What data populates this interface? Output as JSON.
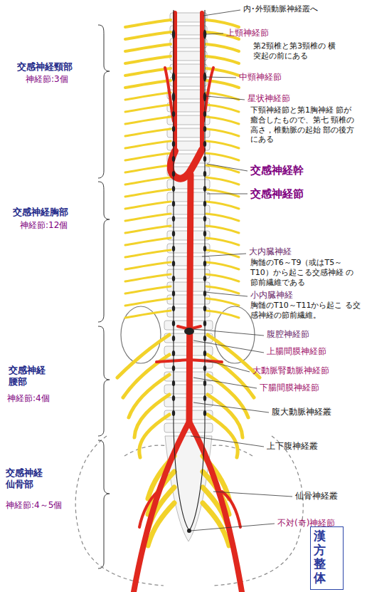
{
  "diagram": {
    "nodes": [
      {
        "text": [
          "漢方整体"
        ]
      }
    ],
    "labels": [
      "交感神経頸部",
      "神経節:3個",
      "交感神経胸部",
      "神経節:12個",
      "交感神経 腰部",
      "神経節:4個",
      "交感神経 仙骨部",
      "神経節:4～5個",
      "内･外頸動脈神経叢へ",
      "上頸神経節",
      "第2頸椎と第3頸椎の 横突起の前にある",
      "中頸神経節",
      "星状神経節",
      "下頸神経節と第1胸神経 節が癒合したもので、第七 頸椎の高さ，椎動脈の起始 部の後方にある",
      "交感神経幹",
      "交感神経節",
      "大内臓神経",
      "胸髄のT6～T9（或はT5～ T10）から起こる交感神経 の節前繊維である",
      "小内臓神経",
      "胸髄のT10～T11から起こ る交感神経の節前繊維。",
      "腹腔神経節",
      "上腸間膜神経節",
      "大動脈腎動脈神経節",
      "下腸間膜神経節",
      "腹大動脈神経叢",
      "上下腹神経叢",
      "仙骨神経叢",
      "不対(奇)神経節"
    ]
  }
}
